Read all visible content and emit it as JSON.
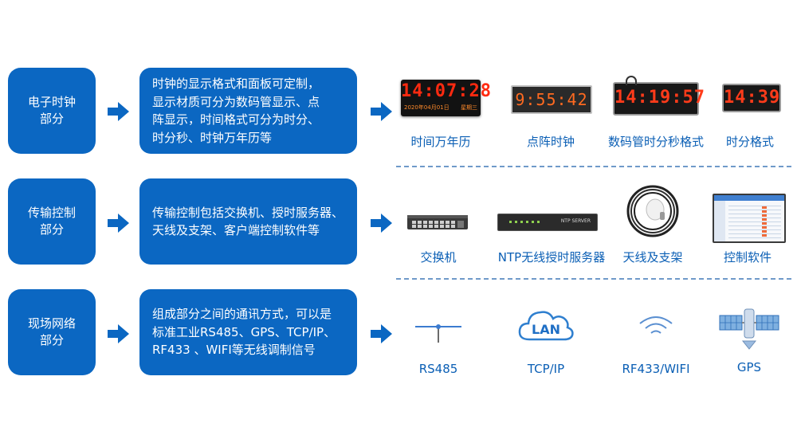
{
  "rows": [
    {
      "category": [
        "电子时钟",
        "部分"
      ],
      "description": [
        "时钟的显示格式和面板可定制，",
        "显示材质可分为数码管显示、点",
        "阵显示，时间格式可分为时分、",
        "时分秒、时钟万年历等"
      ],
      "items": [
        "时间万年历",
        "点阵时钟",
        "数码管时分秒格式",
        "时分格式"
      ]
    },
    {
      "category": [
        "传输控制",
        "部分"
      ],
      "description": [
        "传输控制包括交换机、授时服务器、",
        "天线及支架、客户端控制软件等"
      ],
      "items": [
        "交换机",
        "NTP无线授时服务器",
        "天线及支架",
        "控制软件"
      ]
    },
    {
      "category": [
        "现场网络",
        "部分"
      ],
      "description": [
        "组成部分之间的通讯方式，可以是",
        "标准工业RS485、GPS、TCP/IP、",
        "RF433 、WIFI等无线调制信号"
      ],
      "items": [
        "RS485",
        "TCP/IP",
        "RF433/WIFI",
        "GPS"
      ]
    }
  ],
  "clocks": {
    "calendar_time": "14:07:28",
    "calendar_date": "2020年04月01日",
    "calendar_weekday": "星期三",
    "dot_matrix_time": "9:55:42",
    "seven_seg_hms": "14:19:57",
    "seven_seg_hm": "14:39"
  },
  "lan_label": "LAN",
  "server_label": "NTP SERVER",
  "colors": {
    "primary": "#0b67c2",
    "label": "#0b5fb5",
    "digit": "#ff3a1a"
  }
}
